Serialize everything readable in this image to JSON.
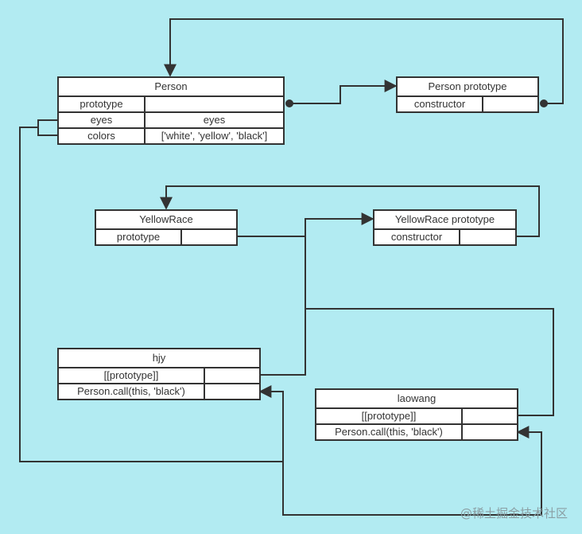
{
  "person": {
    "title": "Person",
    "rows": [
      {
        "left": "prototype",
        "right": ""
      },
      {
        "left": "eyes",
        "right": "eyes"
      },
      {
        "left": "colors",
        "right": "['white', 'yellow', 'black']"
      }
    ]
  },
  "person_prototype": {
    "title": "Person prototype",
    "rows": [
      {
        "left": "constructor",
        "right": ""
      }
    ]
  },
  "yellowrace": {
    "title": "YellowRace",
    "rows": [
      {
        "left": "prototype",
        "right": ""
      }
    ]
  },
  "yellowrace_prototype": {
    "title": "YellowRace prototype",
    "rows": [
      {
        "left": "constructor",
        "right": ""
      }
    ]
  },
  "hjy": {
    "title": "hjy",
    "rows": [
      {
        "left": "[[prototype]]",
        "right": ""
      },
      {
        "left": "Person.call(this, 'black')",
        "right": ""
      }
    ]
  },
  "laowang": {
    "title": "laowang",
    "rows": [
      {
        "left": "[[prototype]]",
        "right": ""
      },
      {
        "left": "Person.call(this, 'black')",
        "right": ""
      }
    ]
  },
  "watermark": "@稀土掘金技术社区",
  "colors": {
    "background": "#b2ebf2",
    "line": "#333333",
    "box": "#ffffff"
  }
}
